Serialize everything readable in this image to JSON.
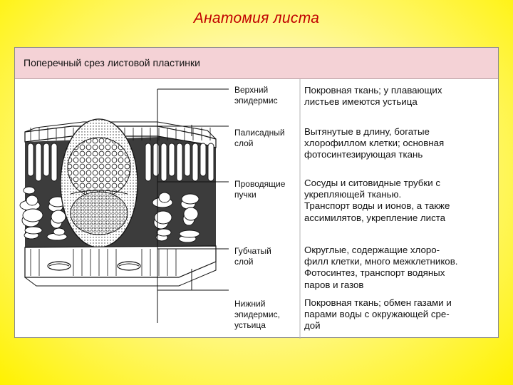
{
  "slide": {
    "title": "Анатомия листа"
  },
  "panel": {
    "header": "Поперечный срез листовой пластинки"
  },
  "layers": [
    {
      "label": "Верхний\nэпидермис",
      "description": "Покровная ткань; у плавающих\nлистьев имеются устьица"
    },
    {
      "label": "Палисадный\nслой",
      "description": "Вытянутые в длину, богатые\nхлорофиллом клетки; основная\nфотосинтезирующая ткань"
    },
    {
      "label": "Проводящие\nпучки",
      "description": "Сосуды и ситовидные трубки с\nукрепляющей тканью.\nТранспорт воды и ионов, а также\nассимилятов, укрепление листа"
    },
    {
      "label": "Губчатый\nслой",
      "description": "Округлые, содержащие хлоро-\nфилл клетки, много межклетников.\nФотосинтез, транспорт водяных\nпаров и газов"
    },
    {
      "label": "Нижний\nэпидермис,\nустьица",
      "description": "Покровная ткань; обмен газами и\nпарами воды с окружающей сре-\nдой"
    }
  ],
  "colors": {
    "background": "#fff200",
    "title": "#c00000",
    "header": "#f4d2d6",
    "ink": "#111111"
  }
}
